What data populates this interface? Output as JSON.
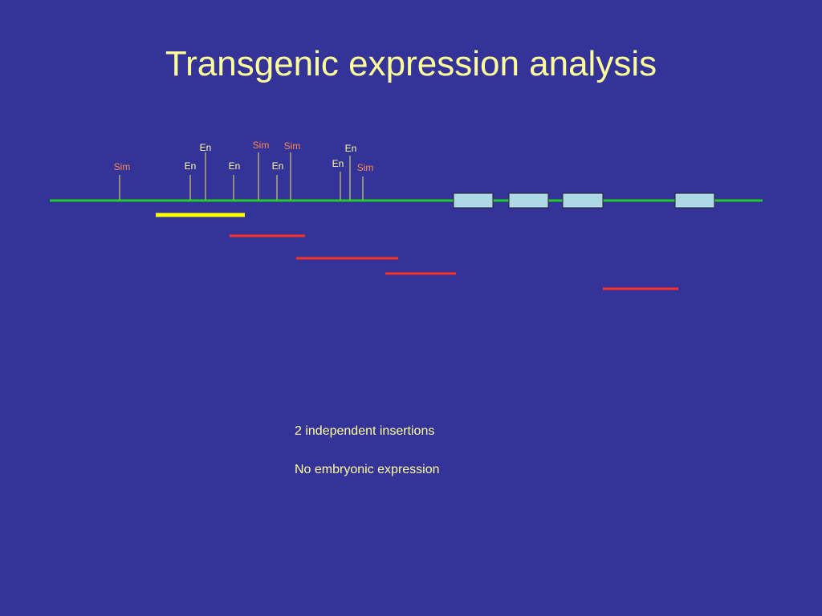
{
  "slide": {
    "title": "Transgenic expression analysis",
    "notes": [
      "2 independent insertions",
      "No embryonic expression"
    ]
  },
  "colors": {
    "background": "#333399",
    "title": "#ffff99",
    "gene_line": "#22cc22",
    "en_label": "#ffff99",
    "sim_label": "#ff8844",
    "site_tick": "#cccc66",
    "exon_fill": "#add8e6",
    "exon_stroke": "#222222",
    "fragment_positive": "#ffff00",
    "fragment_negative": "#ff3322"
  },
  "sites": [
    {
      "label": "Sim",
      "kind": "sim"
    },
    {
      "label": "En",
      "kind": "en"
    },
    {
      "label": "En",
      "kind": "en"
    },
    {
      "label": "En",
      "kind": "en"
    },
    {
      "label": "Sim",
      "kind": "sim"
    },
    {
      "label": "En",
      "kind": "en"
    },
    {
      "label": "Sim",
      "kind": "sim"
    },
    {
      "label": "En",
      "kind": "en"
    },
    {
      "label": "En",
      "kind": "en"
    },
    {
      "label": "Sim",
      "kind": "sim"
    }
  ],
  "exon_count": 4,
  "fragments": [
    {
      "kind": "positive"
    },
    {
      "kind": "negative"
    },
    {
      "kind": "negative"
    },
    {
      "kind": "negative"
    },
    {
      "kind": "negative"
    }
  ]
}
